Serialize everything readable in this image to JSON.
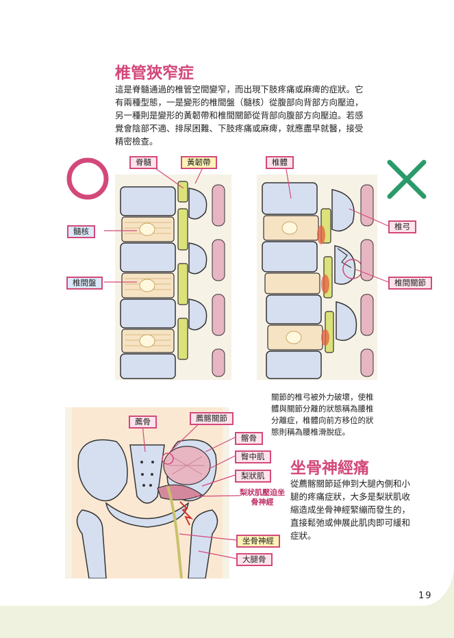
{
  "section1": {
    "title": "椎管狹窄症",
    "paragraph": "這是脊髓通過的椎管空間變窄，而出現下肢疼痛或麻痺的症狀。它有兩種型態，一是變形的椎間盤（髓核）從腹部向背部方向壓迫，另一種則是變形的黃韌帶和椎間關節從背部向腹部方向壓迫。若感覺會陰部不適、排尿困難、下肢疼痛或麻痺，就應盡早就醫，接受精密檢查。"
  },
  "spine_labels": {
    "spinal_cord": "脊髓",
    "ligamentum_flavum": "黃韌帶",
    "nucleus": "髓核",
    "disc": "椎間盤",
    "vertebral_body": "椎體",
    "vertebral_arch": "椎弓",
    "facet_joint": "椎間關節"
  },
  "caption": "關節的椎弓被外力破壞，使椎體與關節分離的狀態稱為腰椎分離症，椎體向前方移位的狀態則稱為腰椎滑脫症。",
  "pelvis_labels": {
    "sacrum": "薦骨",
    "si_joint": "薦髂關節",
    "ilium": "髂骨",
    "gluteus_medius": "臀中肌",
    "piriformis": "梨狀肌",
    "compression": "梨狀肌壓迫坐骨神經",
    "sciatic_nerve": "坐骨神經",
    "femur": "大腿骨"
  },
  "section2": {
    "title": "坐骨神經痛",
    "paragraph": "從薦髂關節延伸到大腿內側和小腿的疼痛症狀，大多是梨狀肌收縮造成坐骨神經緊繃而發生的，直接鬆弛或伸展此肌肉即可緩和症狀。"
  },
  "page_number": "19",
  "colors": {
    "accent": "#d3487a",
    "correct_mark": "#d3487a",
    "wrong_mark": "#2b9a6a"
  }
}
